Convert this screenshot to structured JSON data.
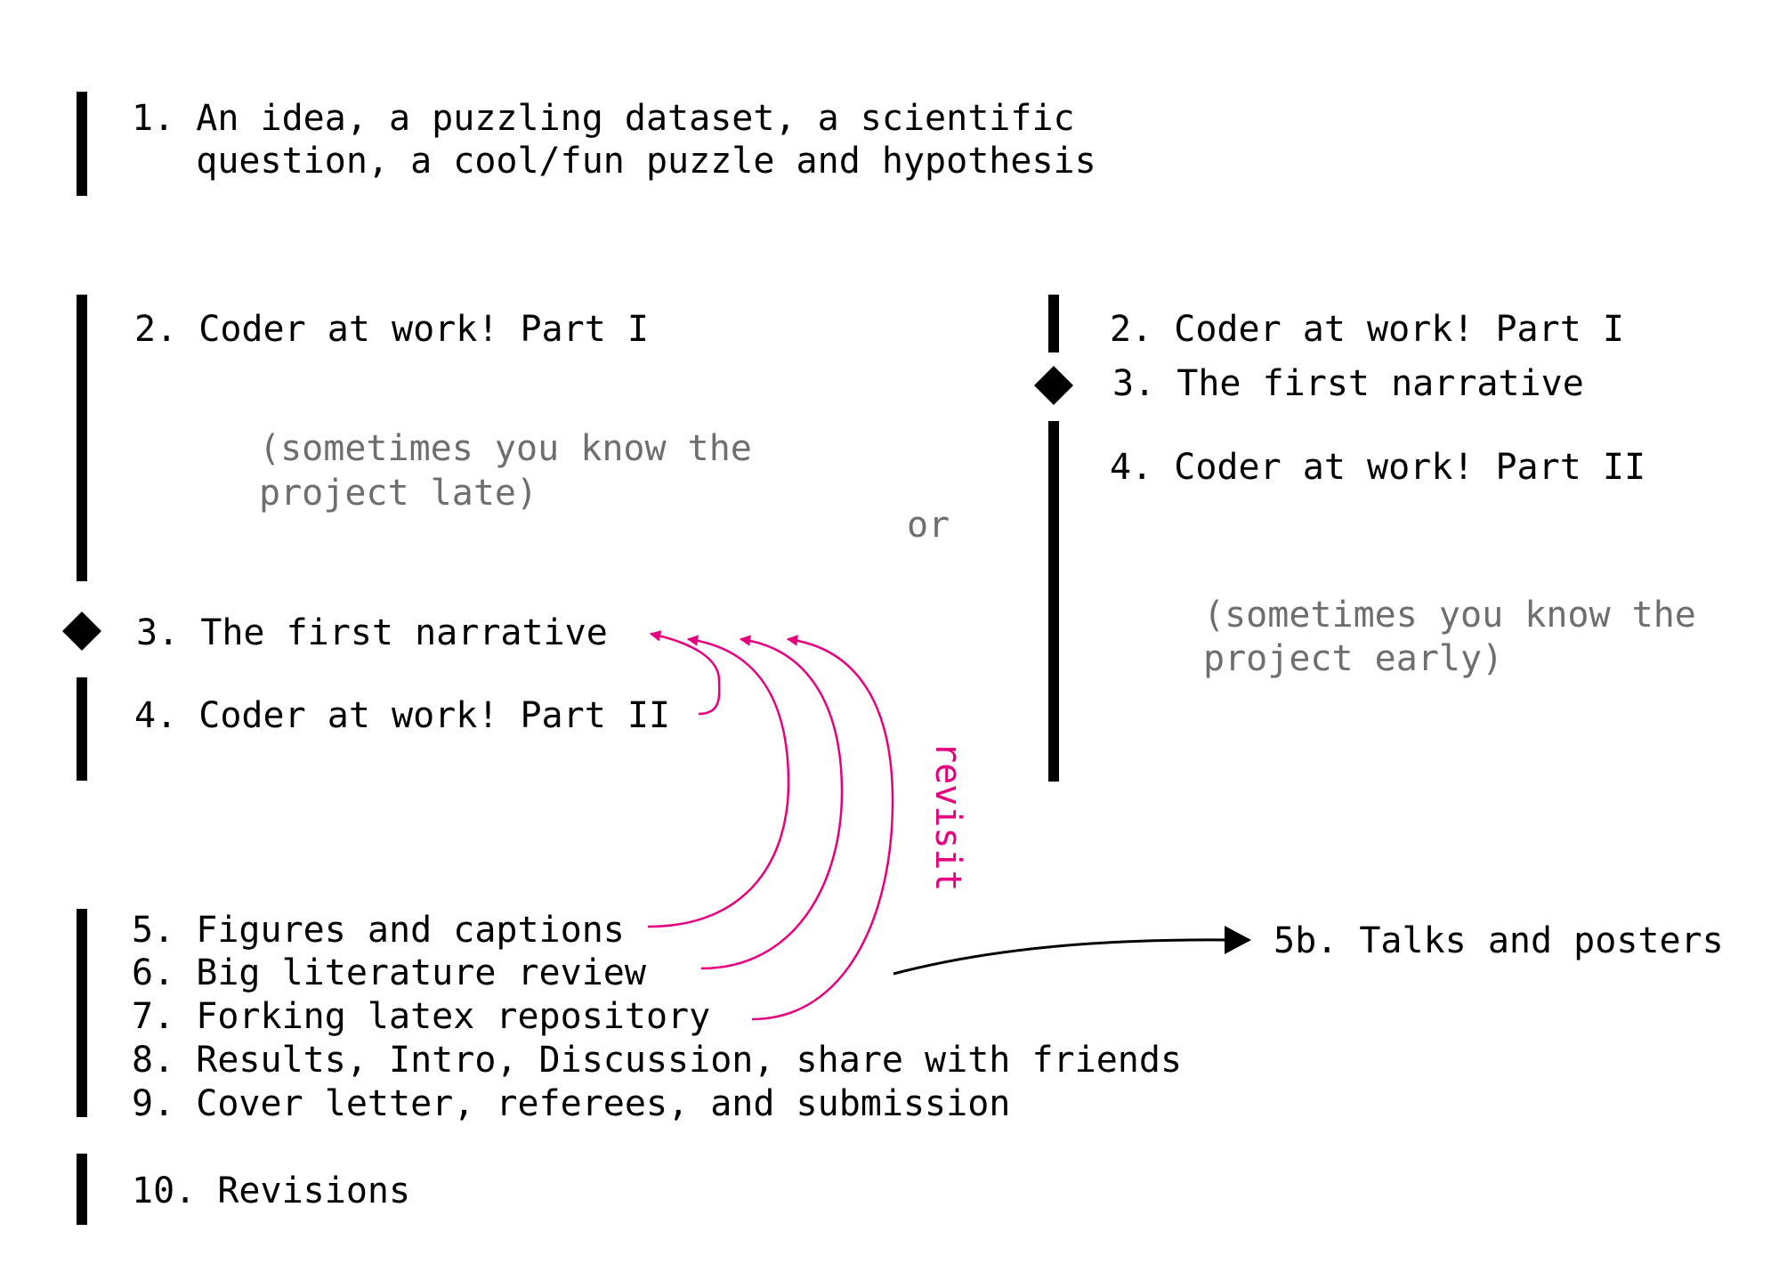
{
  "colors": {
    "ink": "#000000",
    "muted": "#6e6e6e",
    "revisit_accent": "#e6007e"
  },
  "stage1": {
    "line1": "1. An idea, a puzzling dataset, a scientific",
    "line2": "   question, a cool/fun puzzle and hypothesis"
  },
  "left_path": {
    "step2": "2. Coder at work! Part I",
    "note_line1": "(sometimes you know the",
    "note_line2": "project late)",
    "step3": "3. The first narrative",
    "step4": "4. Coder at work! Part II"
  },
  "separator": "or",
  "right_path": {
    "step2": "2. Coder at work! Part I",
    "step3": "3. The first narrative",
    "step4": "4. Coder at work! Part II",
    "note_line1": "(sometimes you know the",
    "note_line2": "project early)"
  },
  "later_steps": {
    "step5": "5. Figures and captions",
    "step6": "6. Big literature review",
    "step7": "7. Forking latex repository",
    "step8": "8. Results, Intro, Discussion, share with friends",
    "step9": "9. Cover letter, referees, and submission",
    "step10": "10. Revisions"
  },
  "side_output": "5b. Talks and posters",
  "revisit_label": "revisit",
  "icons": {
    "milestone": "diamond-icon",
    "phase": "phase-bar"
  }
}
